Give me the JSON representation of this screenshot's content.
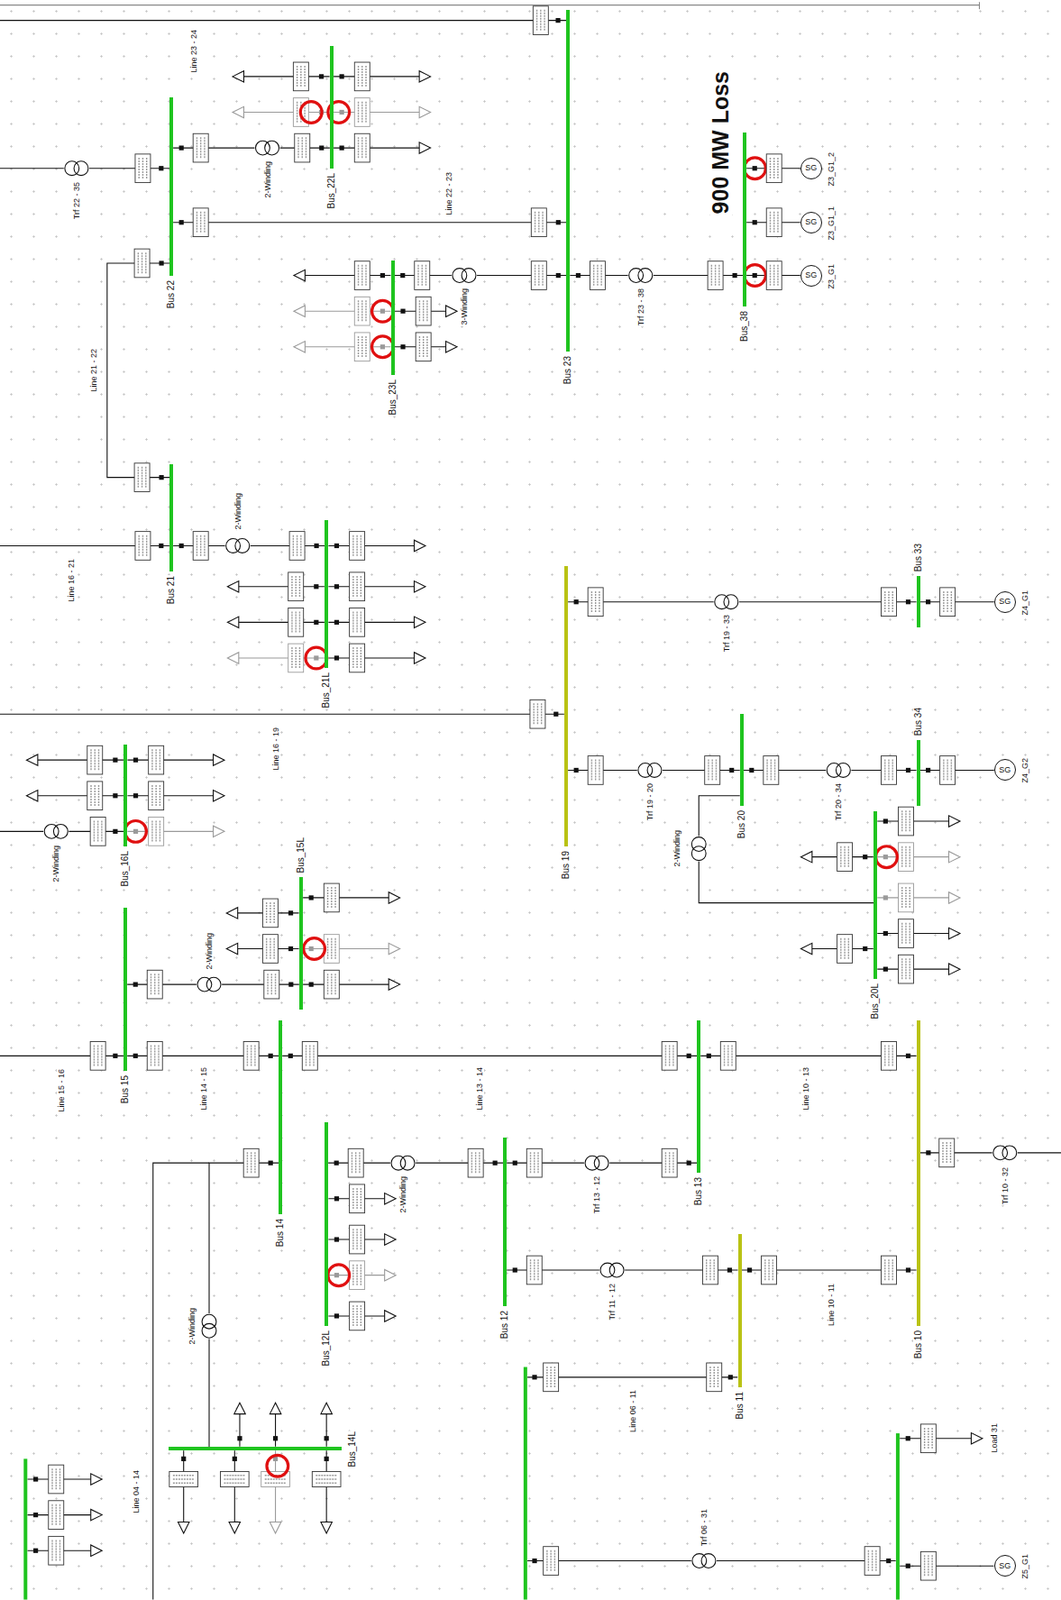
{
  "diagram": {
    "nodes": [
      {
        "text": [
          "Bus 22"
        ]
      },
      {
        "text": [
          "Bus_22L"
        ]
      },
      {
        "text": [
          "Bus 23"
        ]
      },
      {
        "text": [
          "Bus_23L"
        ]
      },
      {
        "text": [
          "Bus_38"
        ]
      },
      {
        "text": [
          "Bus 21"
        ]
      },
      {
        "text": [
          "Bus_21L"
        ]
      },
      {
        "text": [
          "Bus 19"
        ]
      },
      {
        "text": [
          "Bus 33"
        ]
      },
      {
        "text": [
          "Bus 34"
        ]
      },
      {
        "text": [
          "Bus 20"
        ]
      },
      {
        "text": [
          "Bus_20L"
        ]
      },
      {
        "text": [
          "Bus_16L"
        ]
      },
      {
        "text": [
          "Bus 15"
        ]
      },
      {
        "text": [
          "Bus_15L"
        ]
      },
      {
        "text": [
          "Bus 14"
        ]
      },
      {
        "text": [
          "Bus_12L"
        ]
      },
      {
        "text": [
          "Bus 13"
        ]
      },
      {
        "text": [
          "Bus 12"
        ]
      },
      {
        "text": [
          "Bus 11"
        ]
      },
      {
        "text": [
          "Bus 10"
        ]
      },
      {
        "text": [
          "Bus_14L"
        ]
      },
      {
        "text": [
          "SG",
          "Z3_G1_2"
        ]
      },
      {
        "text": [
          "SG",
          "Z3_G1_1"
        ]
      },
      {
        "text": [
          "SG",
          "Z3_G1"
        ]
      },
      {
        "text": [
          "SG",
          "Z4_G1"
        ]
      },
      {
        "text": [
          "SG",
          "Z4_G2"
        ]
      },
      {
        "text": [
          "SG",
          "Z5_G1"
        ]
      }
    ],
    "edges": [
      {
        "from": 0,
        "to": 2,
        "arrow": "none",
        "label": "Line 22 - 23"
      },
      {
        "from": 0,
        "to": 5,
        "arrow": "none",
        "label": "Line 21 - 22"
      },
      {
        "from": 0,
        "to": 1,
        "arrow": "none",
        "label": "2-Winding"
      },
      {
        "from": 2,
        "to": 3,
        "arrow": "none",
        "label": "3-Winding"
      },
      {
        "from": 2,
        "to": 4,
        "arrow": "none",
        "label": "Trf 23 - 38"
      },
      {
        "from": 4,
        "to": 22,
        "arrow": "none"
      },
      {
        "from": 4,
        "to": 23,
        "arrow": "none"
      },
      {
        "from": 4,
        "to": 24,
        "arrow": "none"
      },
      {
        "from": 5,
        "to": 6,
        "arrow": "none",
        "label": "2-Winding"
      },
      {
        "from": 7,
        "to": 8,
        "arrow": "none",
        "label": "Trf 19 - 33"
      },
      {
        "from": 7,
        "to": 10,
        "arrow": "none",
        "label": "Trf 19 - 20"
      },
      {
        "from": 10,
        "to": 9,
        "arrow": "none",
        "label": "Trf 20 - 34"
      },
      {
        "from": 8,
        "to": 25,
        "arrow": "none"
      },
      {
        "from": 9,
        "to": 26,
        "arrow": "none"
      },
      {
        "from": 10,
        "to": 11,
        "arrow": "none",
        "label": "2-Winding"
      },
      {
        "from": 13,
        "to": 14,
        "arrow": "none",
        "label": "2-Winding"
      },
      {
        "from": 13,
        "to": 15,
        "arrow": "none",
        "label": "Line 14 - 15"
      },
      {
        "from": 15,
        "to": 17,
        "arrow": "none",
        "label": "Line 13 - 14"
      },
      {
        "from": 17,
        "to": 20,
        "arrow": "none",
        "label": "Line 10 - 13"
      },
      {
        "from": 16,
        "to": 18,
        "arrow": "none",
        "label": "2-Winding"
      },
      {
        "from": 18,
        "to": 17,
        "arrow": "none",
        "label": "Trf 13 - 12"
      },
      {
        "from": 18,
        "to": 19,
        "arrow": "none",
        "label": "Trf 11 - 12"
      },
      {
        "from": 19,
        "to": 20,
        "arrow": "none",
        "label": "Line 10 - 11"
      },
      {
        "from": 15,
        "to": 21,
        "arrow": "none",
        "label": "2-Winding"
      }
    ],
    "labels": [
      "900 MW Loss",
      "Line 23 - 24",
      "Trf 22 - 35",
      "Line 16 - 21",
      "Line 16 - 19",
      "2-Winding",
      "Line 15 - 16",
      "Trf 10 - 32",
      "Line 04 - 14",
      "Line 06 - 11",
      "Trf 06 - 31",
      "Load 31"
    ]
  }
}
